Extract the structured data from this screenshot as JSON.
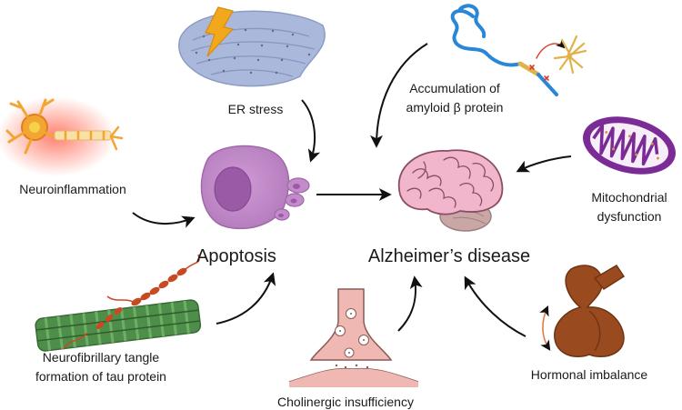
{
  "center": {
    "apoptosis": "Apoptosis",
    "alzheimers": "Alzheimer’s disease"
  },
  "factors": {
    "er_stress": "ER stress",
    "amyloid_line1": "Accumulation of",
    "amyloid_line2": "amyloid β protein",
    "neuroinflammation": "Neuroinflammation",
    "mito_line1": "Mitochondrial",
    "mito_line2": "dysfunction",
    "tau_line1": "Neurofibrillary tangle",
    "tau_line2": "formation of tau protein",
    "cholinergic": "Cholinergic insufficiency",
    "hormonal": "Hormonal imbalance"
  },
  "colors": {
    "er": "#aab8dc",
    "cell": "#c08ac6",
    "nucleus": "#9a5aa6",
    "brain": "#f2b6cc",
    "cerebellum": "#c9a7a7",
    "mito_outer": "#7a2b96",
    "neuron": "#f2a531",
    "neuron_glow": "#ff6a55",
    "tau": "#4f8e4a",
    "synapse": "#f0b8b2",
    "gland": "#9a4a1f",
    "amyloid_blue": "#2a86d6",
    "amyloid_yellow": "#e2b24a"
  },
  "icons": [
    "er-icon",
    "lightning-icon",
    "amyloid-icon",
    "neuron-icon",
    "apoptotic-cell-icon",
    "brain-icon",
    "mitochondria-icon",
    "tau-tangle-icon",
    "synapse-icon",
    "gland-icon"
  ]
}
